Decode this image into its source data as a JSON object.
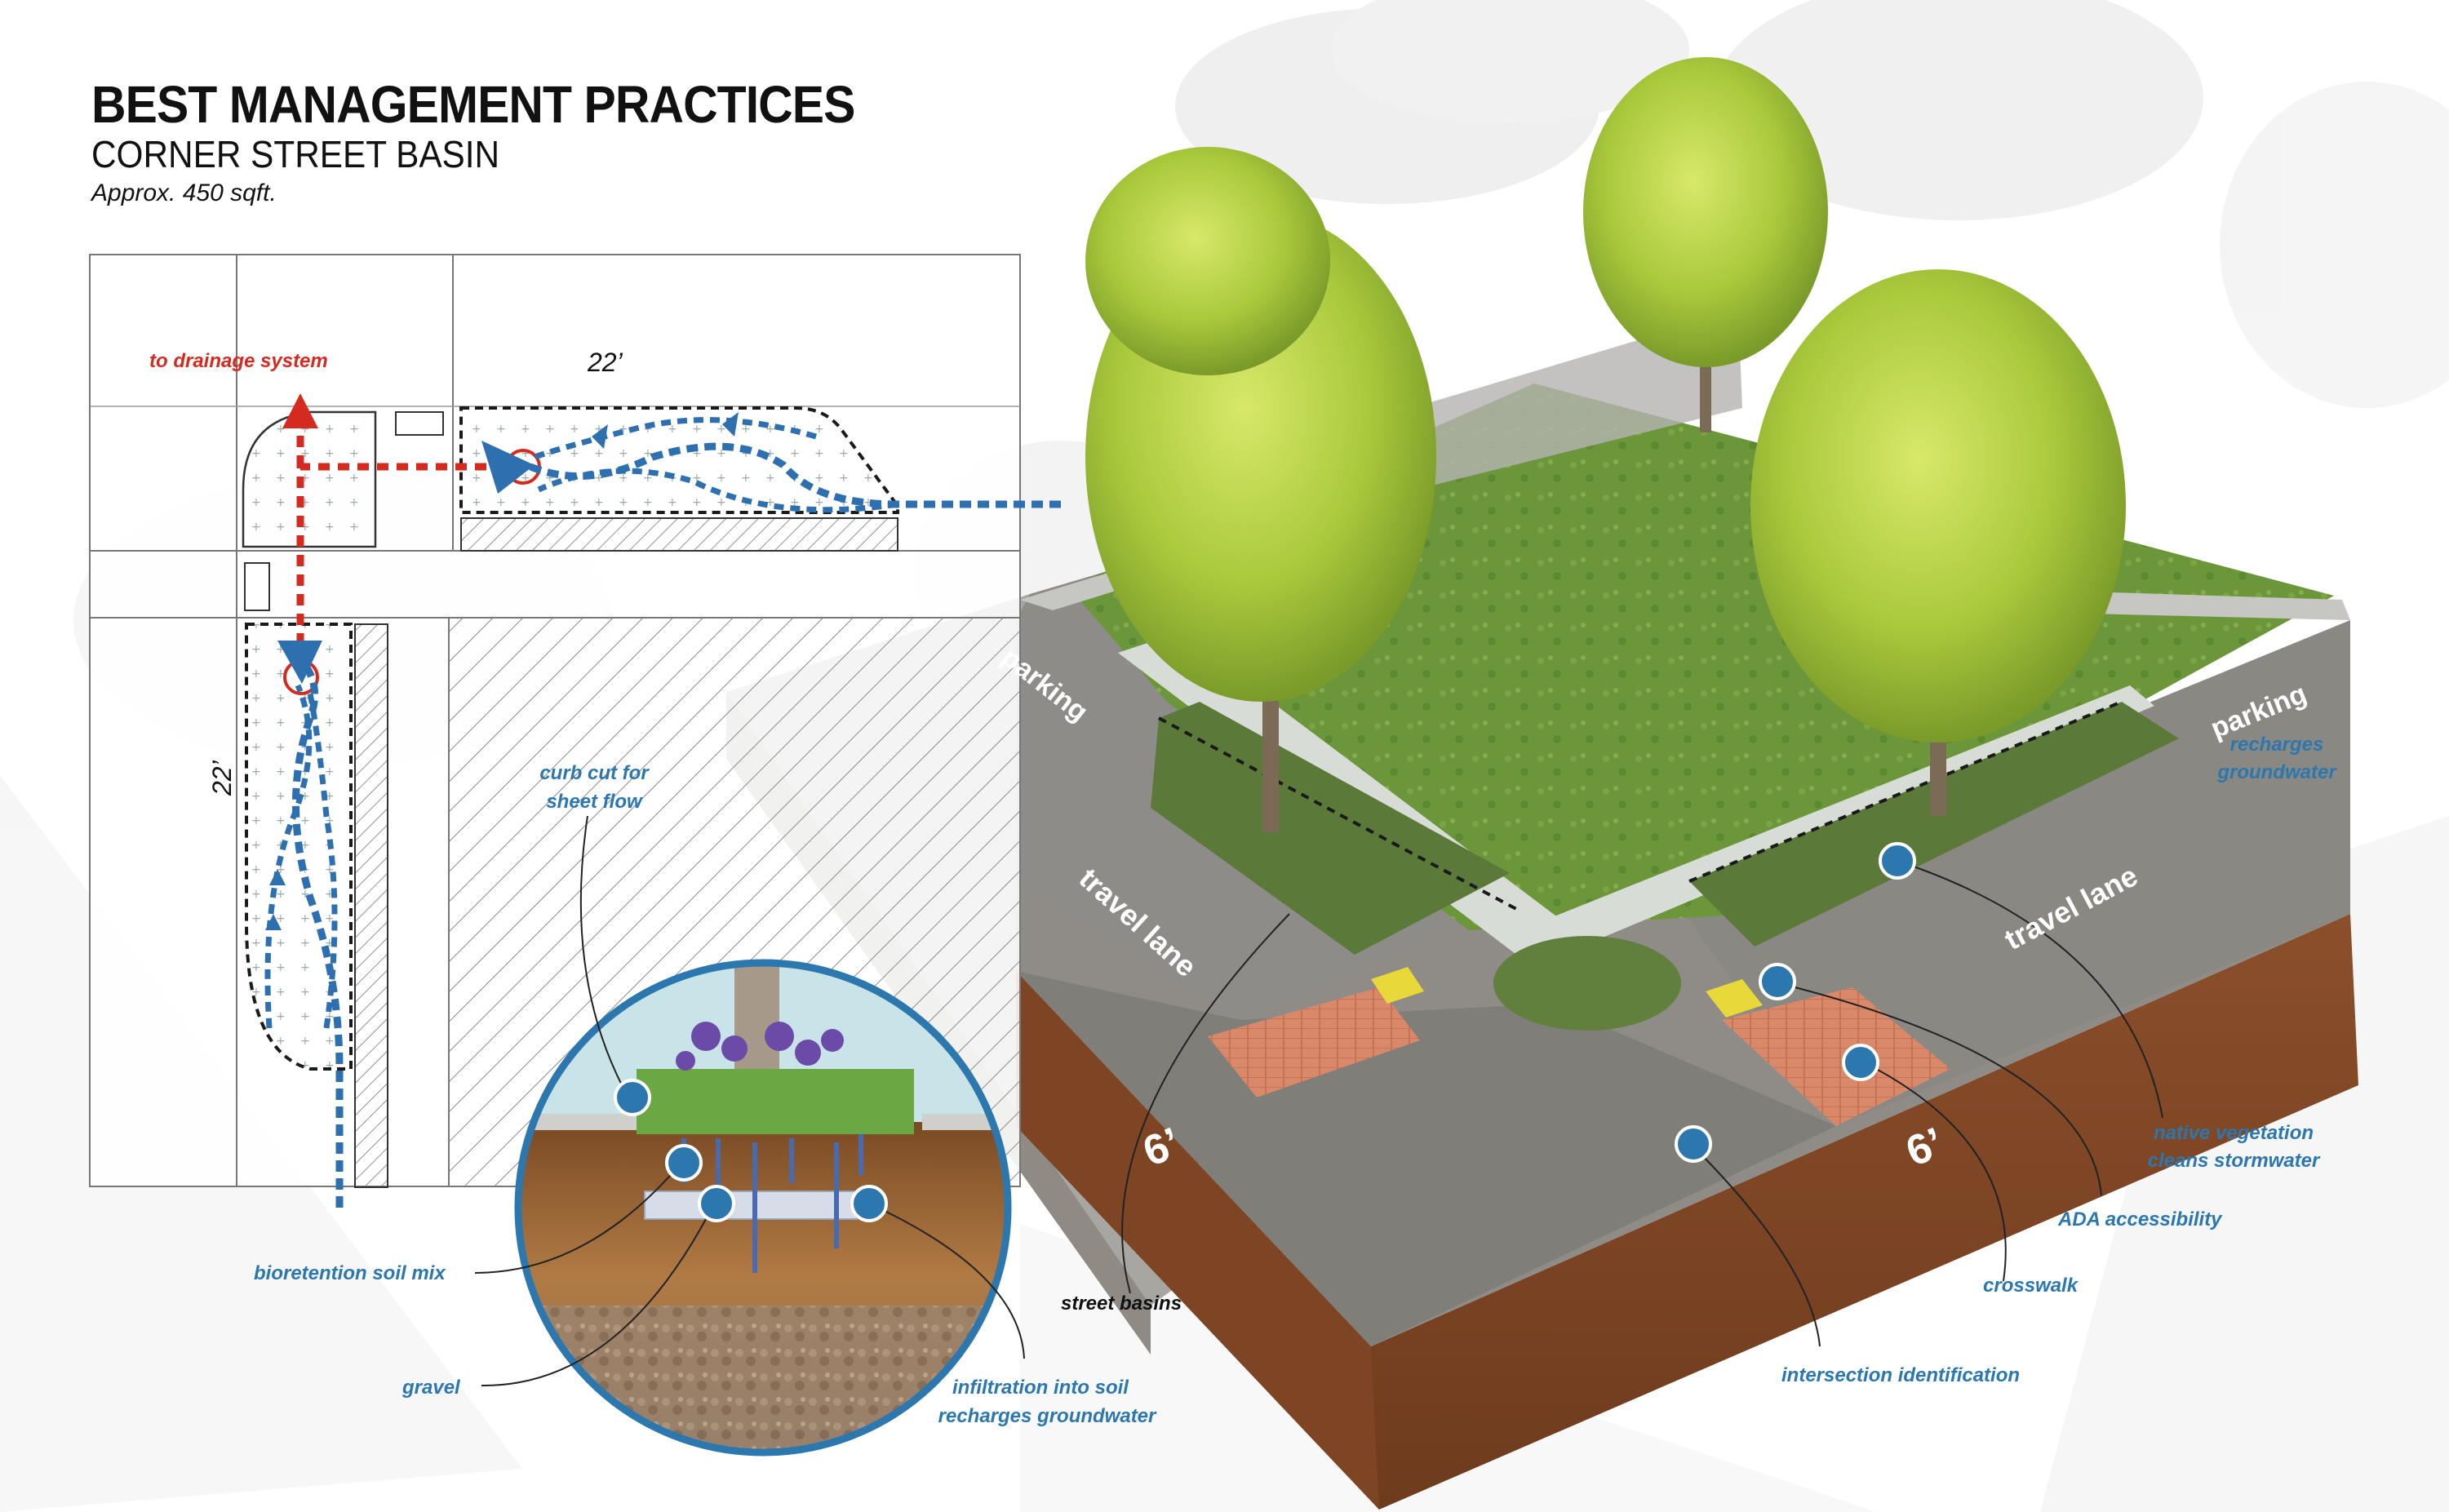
{
  "header": {
    "title": "BEST MANAGEMENT PRACTICES",
    "subtitle": "CORNER STREET BASIN",
    "area": "Approx. 450 sqft."
  },
  "plan": {
    "drainage_label": "to drainage system",
    "dim_top": "22’",
    "dim_left": "22’"
  },
  "callouts": {
    "curb_cut": [
      "curb cut for",
      "sheet flow"
    ],
    "bioretention": "bioretention soil mix",
    "gravel": "gravel",
    "infiltration": [
      "infiltration into soil",
      "recharges groundwater"
    ],
    "street_basins": "street basins",
    "intersection": "intersection identification",
    "crosswalk": "crosswalk",
    "ada": "ADA accessibility",
    "native_veg": [
      "native vegetation",
      "cleans stormwater"
    ],
    "recharge": [
      "recharges",
      "groundwater"
    ]
  },
  "street_labels": {
    "parking_left": "parking",
    "parking_right": "parking",
    "travel_left": "travel lane",
    "travel_right": "travel lane",
    "six_left": "6’",
    "six_right": "6’"
  },
  "colors": {
    "callout_blue": "#2c77ad",
    "flow_blue": "#2e6fb0",
    "drain_red": "#d42a20",
    "grass": "#6f9a3a",
    "soil": "#8a5430"
  }
}
